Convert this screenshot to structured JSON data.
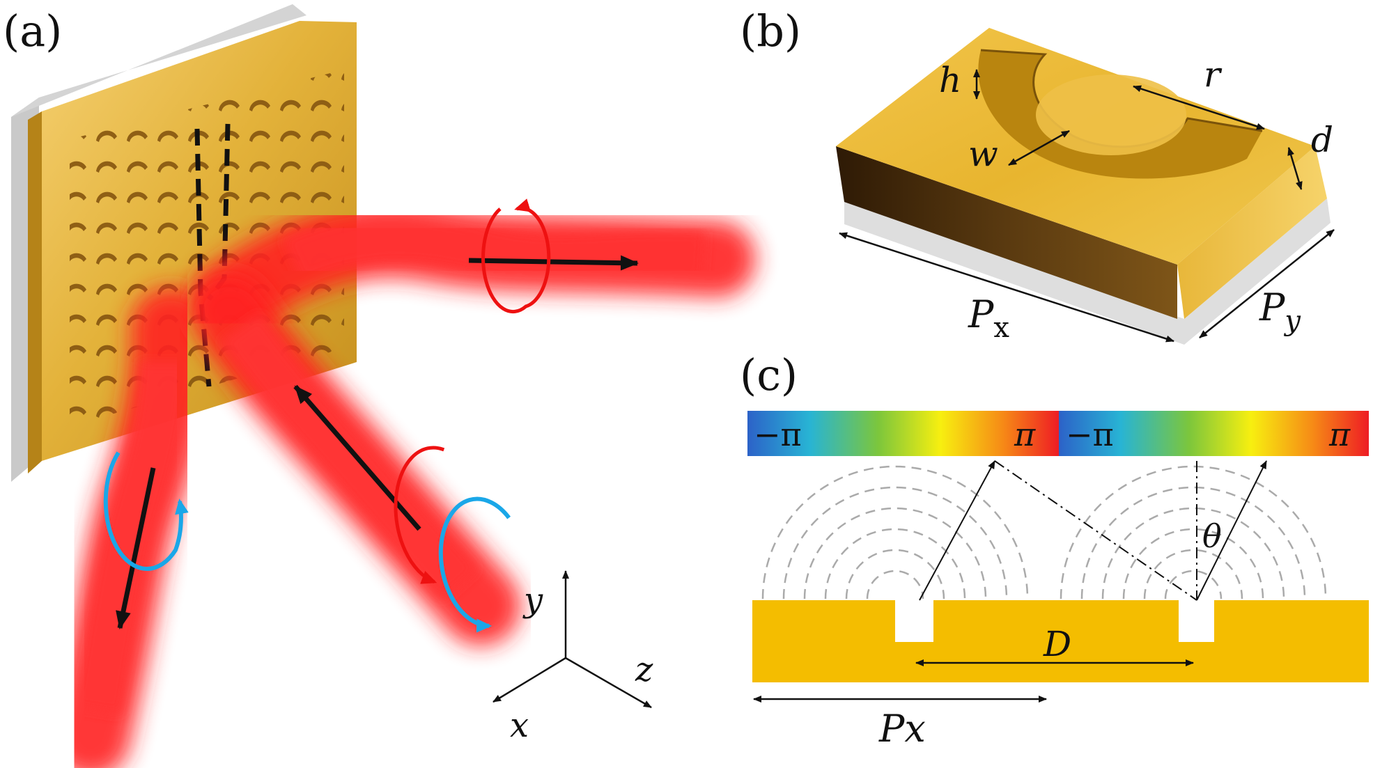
{
  "panels": {
    "a": {
      "label": "(a)",
      "axes": {
        "y": "y",
        "x": "x",
        "z": "z"
      }
    },
    "b": {
      "label": "(b)",
      "dims": {
        "h": "h",
        "r": "r",
        "w": "w",
        "d": "d",
        "px_main": "P",
        "px_sub": "x",
        "py_main": "P",
        "py_sub": "y"
      }
    },
    "c": {
      "label": "(c)",
      "phase_labels": [
        "−π",
        "π",
        "−π",
        "π"
      ],
      "theta": "θ",
      "D": "D",
      "Px": "Px"
    }
  },
  "colors": {
    "gold": "#e6b53a",
    "gold_dark": "#a8781a",
    "gold_flat": "#f4bd00",
    "beam_red": "#ff1e1e",
    "arrow_red": "#ee1111",
    "arrow_blue": "#1aa7e8",
    "substrate": "#d9d9d9"
  }
}
